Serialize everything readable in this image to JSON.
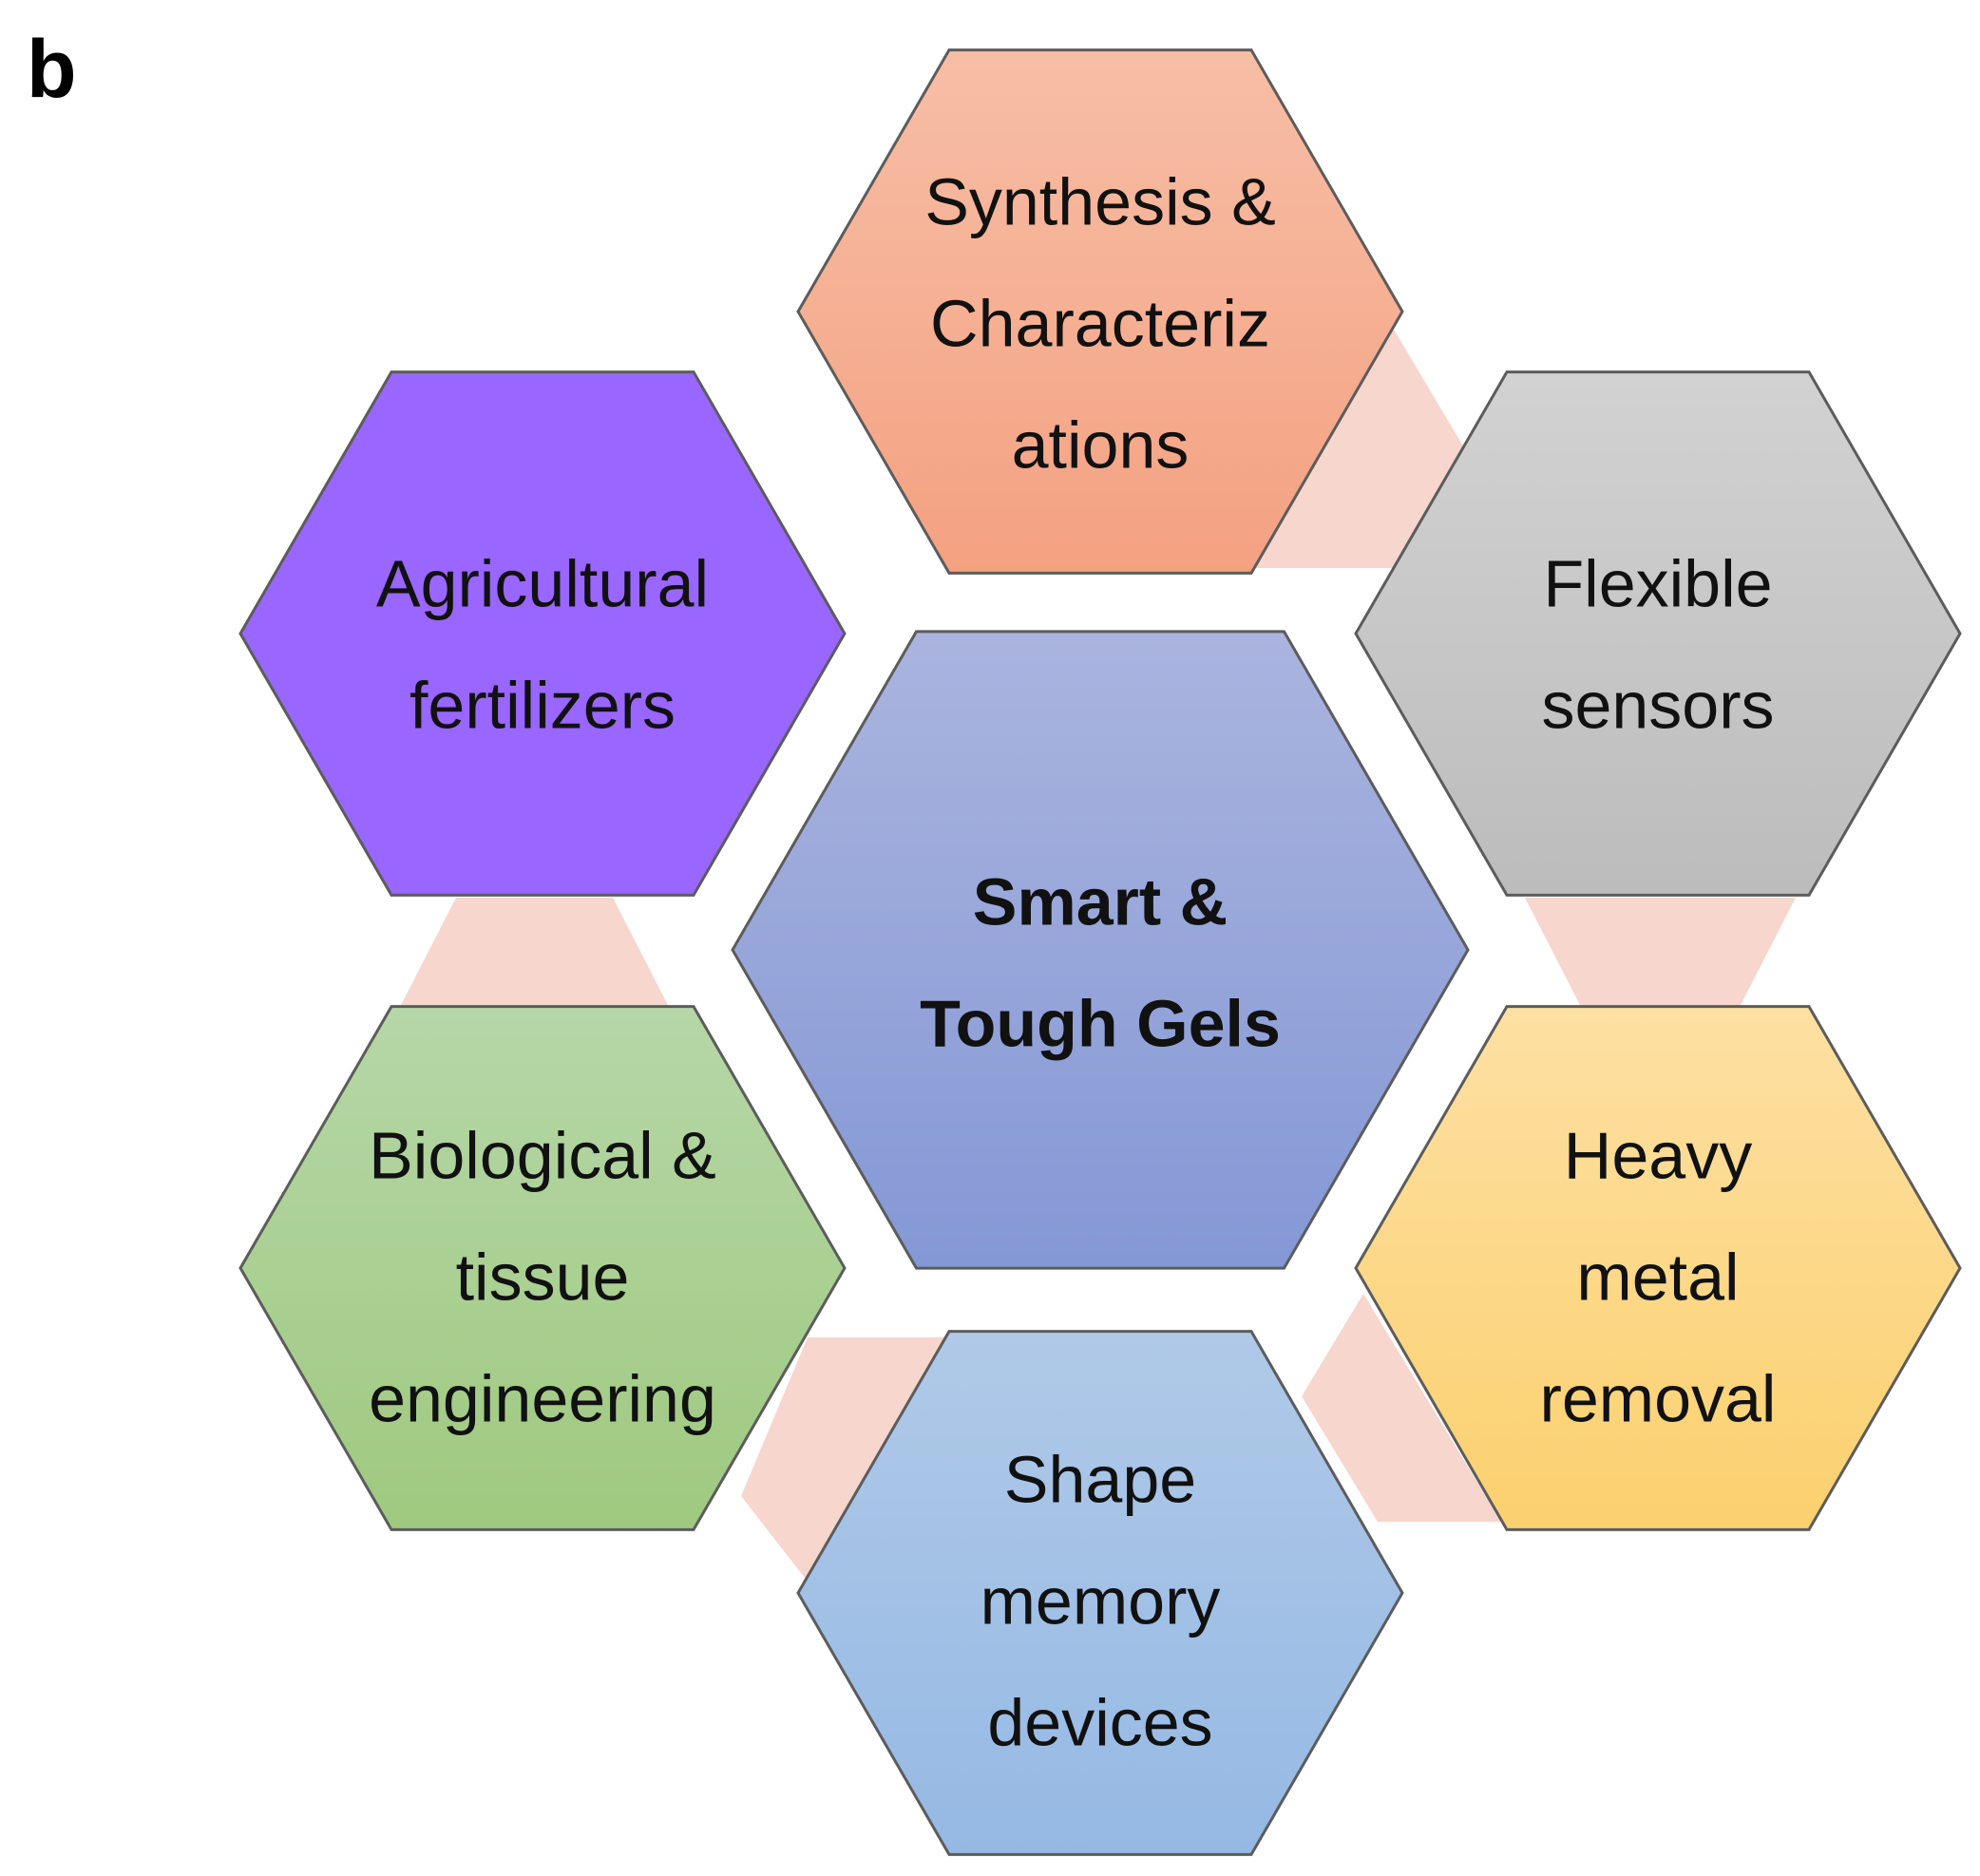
{
  "panel_label": "b",
  "center": {
    "lines": [
      "Smart &",
      "Tough Gels"
    ],
    "color_top": "#aab4de",
    "color_bottom": "#8498d6"
  },
  "hexagons": [
    {
      "id": "synthesis",
      "lines": [
        "Synthesis &",
        "Characteriz",
        "ations"
      ],
      "color_top": "#f7bea6",
      "color_bottom": "#f4a181"
    },
    {
      "id": "agricultural",
      "lines": [
        "Agricultural",
        "fertilizers"
      ],
      "color_top": "#9966ff",
      "color_bottom": "#9966ff"
    },
    {
      "id": "flexible",
      "lines": [
        "Flexible",
        "sensors"
      ],
      "color_top": "#d2d2d2",
      "color_bottom": "#bcbcbc"
    },
    {
      "id": "biological",
      "lines": [
        "Biological &",
        "tissue",
        "engineering"
      ],
      "color_top": "#b6d7a8",
      "color_bottom": "#9fc97f"
    },
    {
      "id": "heavy",
      "lines": [
        "Heavy",
        "metal",
        "removal"
      ],
      "color_top": "#fde0a3",
      "color_bottom": "#fbd06e"
    },
    {
      "id": "shape",
      "lines": [
        "Shape",
        "memory",
        "devices"
      ],
      "color_top": "#b0c9e8",
      "color_bottom": "#95b9e4"
    }
  ],
  "connector_color": "#f7d6cd"
}
